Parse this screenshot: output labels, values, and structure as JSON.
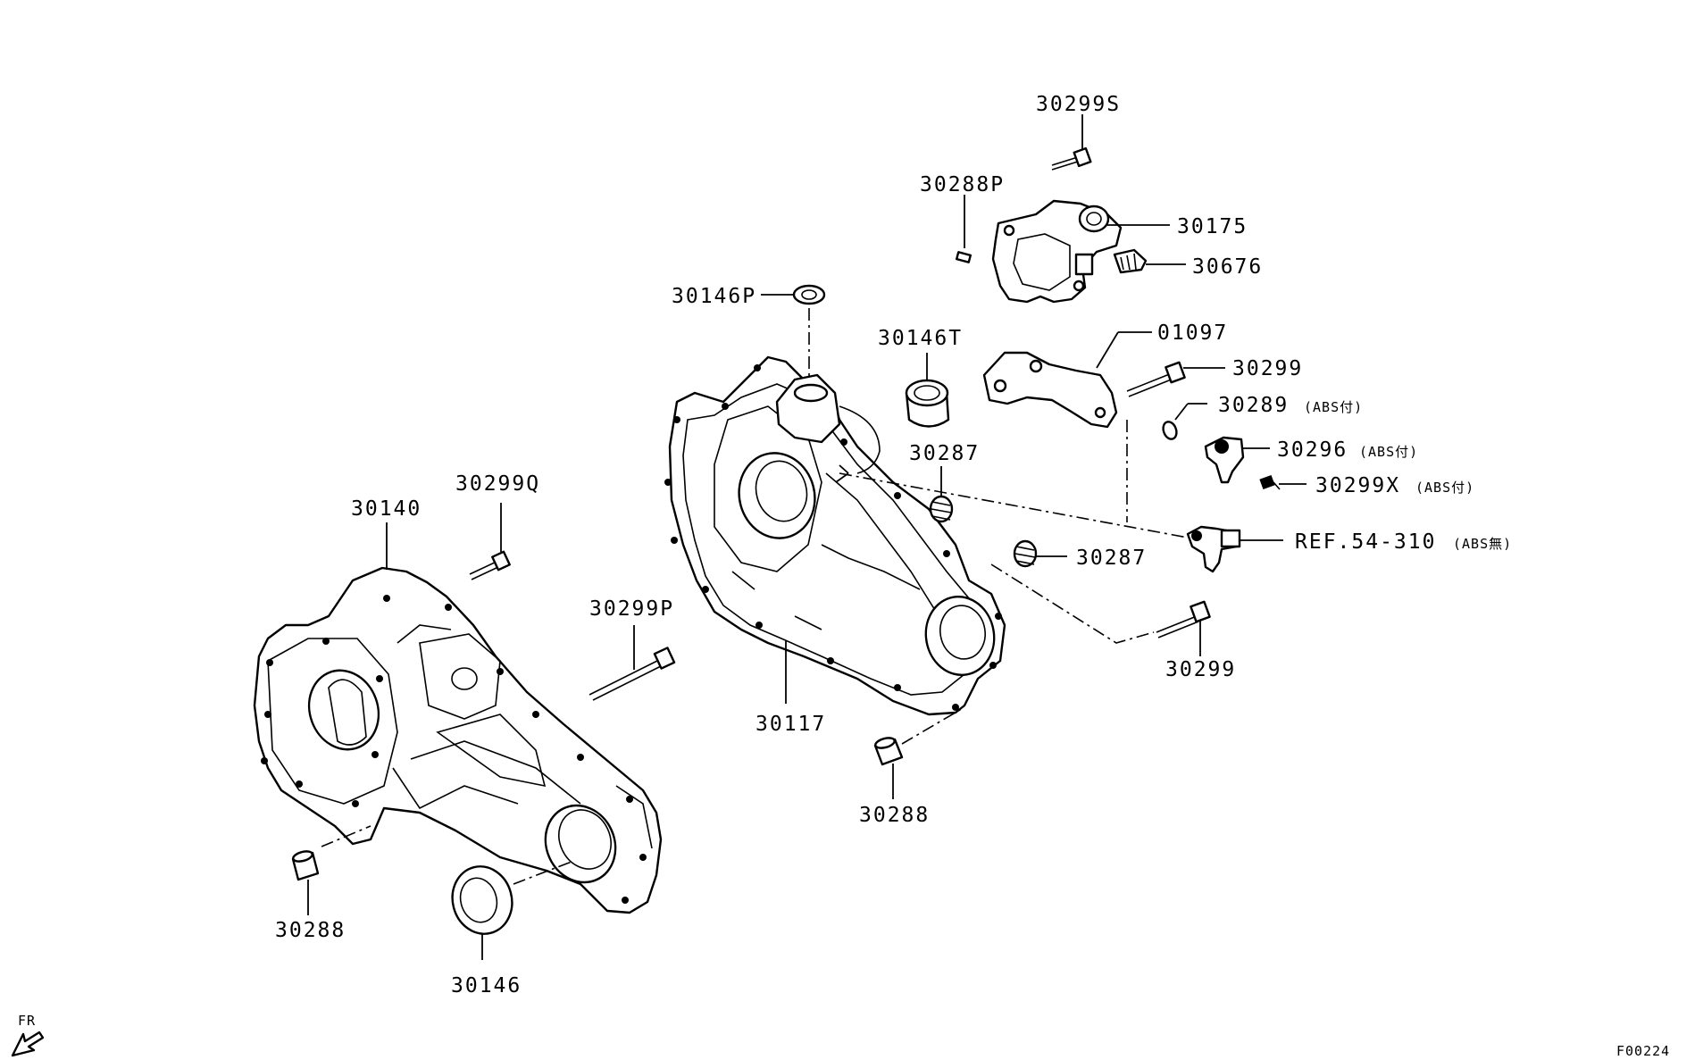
{
  "diagram": {
    "labels": {
      "p30299S": "30299S",
      "p30288P": "30288P",
      "p30175": "30175",
      "p30676": "30676",
      "p30146P": "30146P",
      "p30146T": "30146T",
      "p01097": "01097",
      "p30299_a": "30299",
      "p30289": "30289",
      "p30289_note": "(ABS付)",
      "p30296": "30296",
      "p30296_note": "(ABS付)",
      "p30299X": "30299X",
      "p30299X_note": "(ABS付)",
      "p30287_a": "30287",
      "p30287_b": "30287",
      "ref": "REF.54-310",
      "ref_note": "(ABS無)",
      "p30140": "30140",
      "p30299Q": "30299Q",
      "p30299P": "30299P",
      "p30117": "30117",
      "p30299_b": "30299",
      "p30288_a": "30288",
      "p30288_b": "30288",
      "p30146": "30146",
      "front_marker": "FR",
      "figure_code": "F00224"
    }
  }
}
